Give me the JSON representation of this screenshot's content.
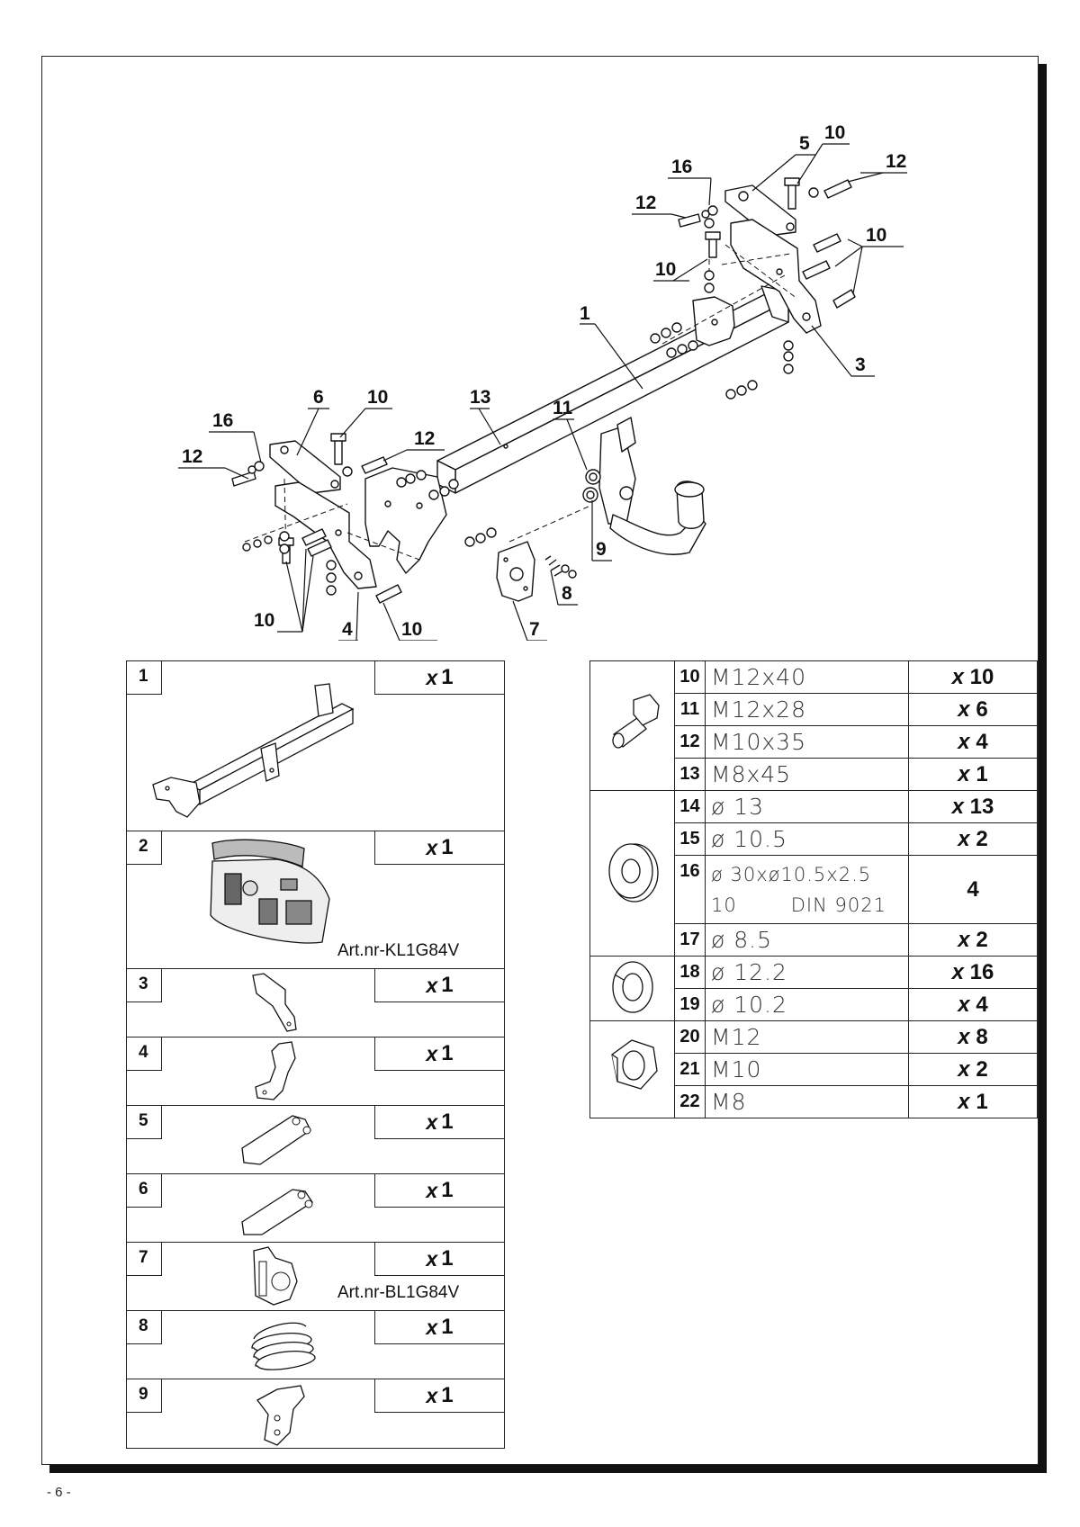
{
  "page_number": "- 6 -",
  "callouts": {
    "c1": "1",
    "c3": "3",
    "c4": "4",
    "c5": "5",
    "c6": "6",
    "c7": "7",
    "c8": "8",
    "c9": "9",
    "c10a": "10",
    "c10b": "10",
    "c10c": "10",
    "c10d": "10",
    "c10e": "10",
    "c10f": "10",
    "c11": "11",
    "c12a": "12",
    "c12b": "12",
    "c12c": "12",
    "c12d": "12",
    "c13": "13",
    "c16a": "16",
    "c16b": "16"
  },
  "left_parts": [
    {
      "no": "1",
      "qty_x": "x",
      "qty": "1",
      "art": ""
    },
    {
      "no": "2",
      "qty_x": "x",
      "qty": "1",
      "art": "Art.nr-KL1G84V"
    },
    {
      "no": "3",
      "qty_x": "x",
      "qty": "1",
      "art": ""
    },
    {
      "no": "4",
      "qty_x": "x",
      "qty": "1",
      "art": ""
    },
    {
      "no": "5",
      "qty_x": "x",
      "qty": "1",
      "art": ""
    },
    {
      "no": "6",
      "qty_x": "x",
      "qty": "1",
      "art": ""
    },
    {
      "no": "7",
      "qty_x": "x",
      "qty": "1",
      "art": "Art.nr-BL1G84V"
    },
    {
      "no": "8",
      "qty_x": "x",
      "qty": "1",
      "art": ""
    },
    {
      "no": "9",
      "qty_x": "x",
      "qty": "1",
      "art": ""
    }
  ],
  "right_parts": [
    {
      "no": "10",
      "spec": "M12x40",
      "qty_x": "x",
      "qty": "10"
    },
    {
      "no": "11",
      "spec": "M12x28",
      "qty_x": "x",
      "qty": "6"
    },
    {
      "no": "12",
      "spec": "M10x35",
      "qty_x": "x",
      "qty": "4"
    },
    {
      "no": "13",
      "spec": "M8x45",
      "qty_x": "x",
      "qty": "1"
    },
    {
      "no": "14",
      "spec": "ø 13",
      "qty_x": "x",
      "qty": "13"
    },
    {
      "no": "15",
      "spec": "ø 10.5",
      "qty_x": "x",
      "qty": "2"
    },
    {
      "no": "16",
      "spec": "ø 30xø10.5x2.5",
      "spec2a": "10",
      "spec2b": "DIN 9021",
      "qty_x": "",
      "qty": "4"
    },
    {
      "no": "17",
      "spec": "ø 8.5",
      "qty_x": "x",
      "qty": "2"
    },
    {
      "no": "18",
      "spec": "ø 12.2",
      "qty_x": "x",
      "qty": "16"
    },
    {
      "no": "19",
      "spec": "ø 10.2",
      "qty_x": "x",
      "qty": "4"
    },
    {
      "no": "20",
      "spec": "M12",
      "qty_x": "x",
      "qty": "8"
    },
    {
      "no": "21",
      "spec": "M10",
      "qty_x": "x",
      "qty": "2"
    },
    {
      "no": "22",
      "spec": "M8",
      "qty_x": "x",
      "qty": "1"
    }
  ]
}
